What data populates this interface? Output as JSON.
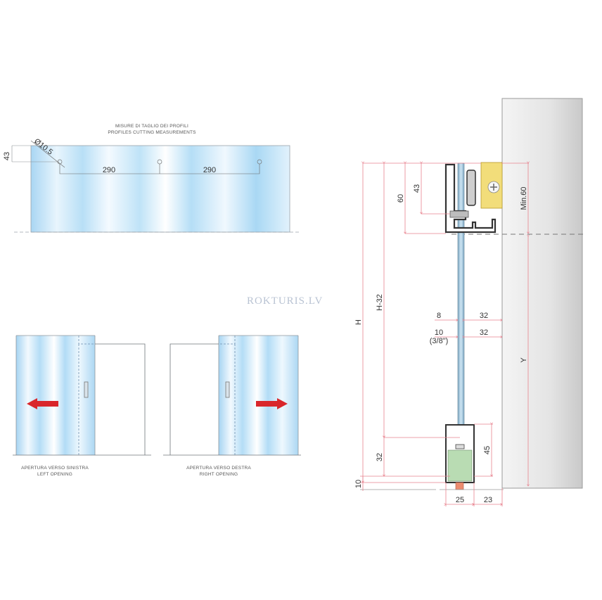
{
  "watermark": "ROKTURIS.LV",
  "cutting_panel": {
    "title_it": "MISURE DI TAGLIO DEI PROFILI",
    "title_en": "PROFILES CUTTING MEASUREMENTS",
    "hole_label": "Ø10.5",
    "offset_vertical": "43",
    "spacing_1": "290",
    "spacing_2": "290"
  },
  "opening_left": {
    "label_it": "APERTURA VERSO SINISTRA",
    "label_en": "LEFT OPENING"
  },
  "opening_right": {
    "label_it": "APERTURA VERSO DESTRA",
    "label_en": "RIGHT OPENING"
  },
  "section": {
    "dim_H": "H",
    "dim_H32": "H-32",
    "dim_60": "60",
    "dim_43": "43",
    "dim_min60": "Min.60",
    "dim_Y": "Y",
    "glass_8": "8",
    "gap_32a": "32",
    "glass_10": "10",
    "glass_10_inch": "(3/8\")",
    "gap_32b": "32",
    "dim_32_bottom": "32",
    "dim_45": "45",
    "dim_10": "10",
    "width_25": "25",
    "width_23": "23"
  },
  "colors": {
    "dimension_line": "#e8838f",
    "glass_blue": "#bfe2f7",
    "arrow_red": "#d9262b",
    "bracket_yellow": "#f2dd7a",
    "guide_green": "#b9dcb3",
    "wall_gray": "#d8d8d8"
  }
}
